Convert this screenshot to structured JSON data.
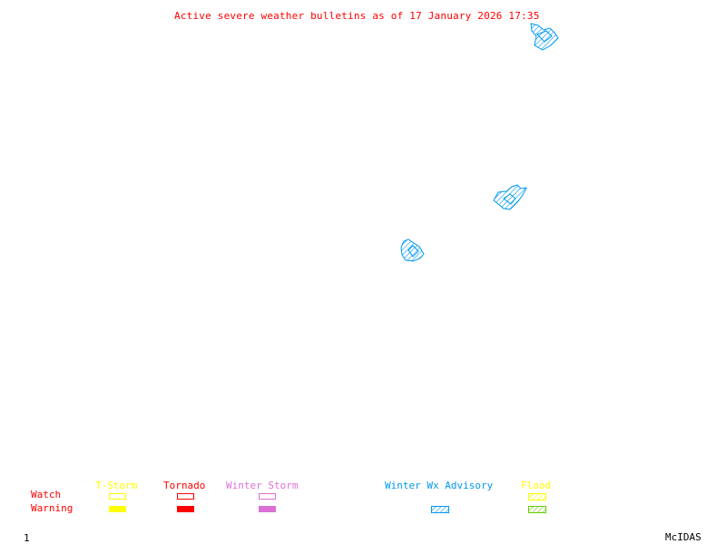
{
  "title": "Active severe weather bulletins as of 17 January 2026 17:35",
  "colors": {
    "title": "#ff0000",
    "tstorm": "#ffff00",
    "tornado": "#ff0000",
    "winter_storm": "#da70d6",
    "winter_wx_advisory": "#0099ee",
    "flood_watch": "#ffff00",
    "flood_warning": "#66cc00",
    "row_labels": "#ff0000"
  },
  "legend": {
    "row_labels": {
      "watch": "Watch",
      "warning": "Warning"
    },
    "categories": [
      {
        "key": "tstorm",
        "label": "T-Storm",
        "watch_style": "outline",
        "warning_style": "solid"
      },
      {
        "key": "tornado",
        "label": "Tornado",
        "watch_style": "outline",
        "warning_style": "solid"
      },
      {
        "key": "winter_storm",
        "label": "Winter Storm",
        "watch_style": "outline",
        "warning_style": "solid"
      },
      {
        "key": "winter_wx_advisory",
        "label": "Winter Wx Advisory",
        "watch_style": "none",
        "warning_style": "hatched"
      },
      {
        "key": "flood",
        "label": "Flood",
        "watch_style": "hatched",
        "warning_style": "hatched"
      }
    ]
  },
  "map": {
    "active_regions": [
      {
        "type": "Winter Wx Advisory",
        "area": "north-east"
      },
      {
        "type": "Winter Wx Advisory",
        "area": "east-central"
      },
      {
        "type": "Winter Wx Advisory",
        "area": "central"
      }
    ]
  },
  "footer": {
    "frame_number": "1",
    "software": "McIDAS"
  }
}
